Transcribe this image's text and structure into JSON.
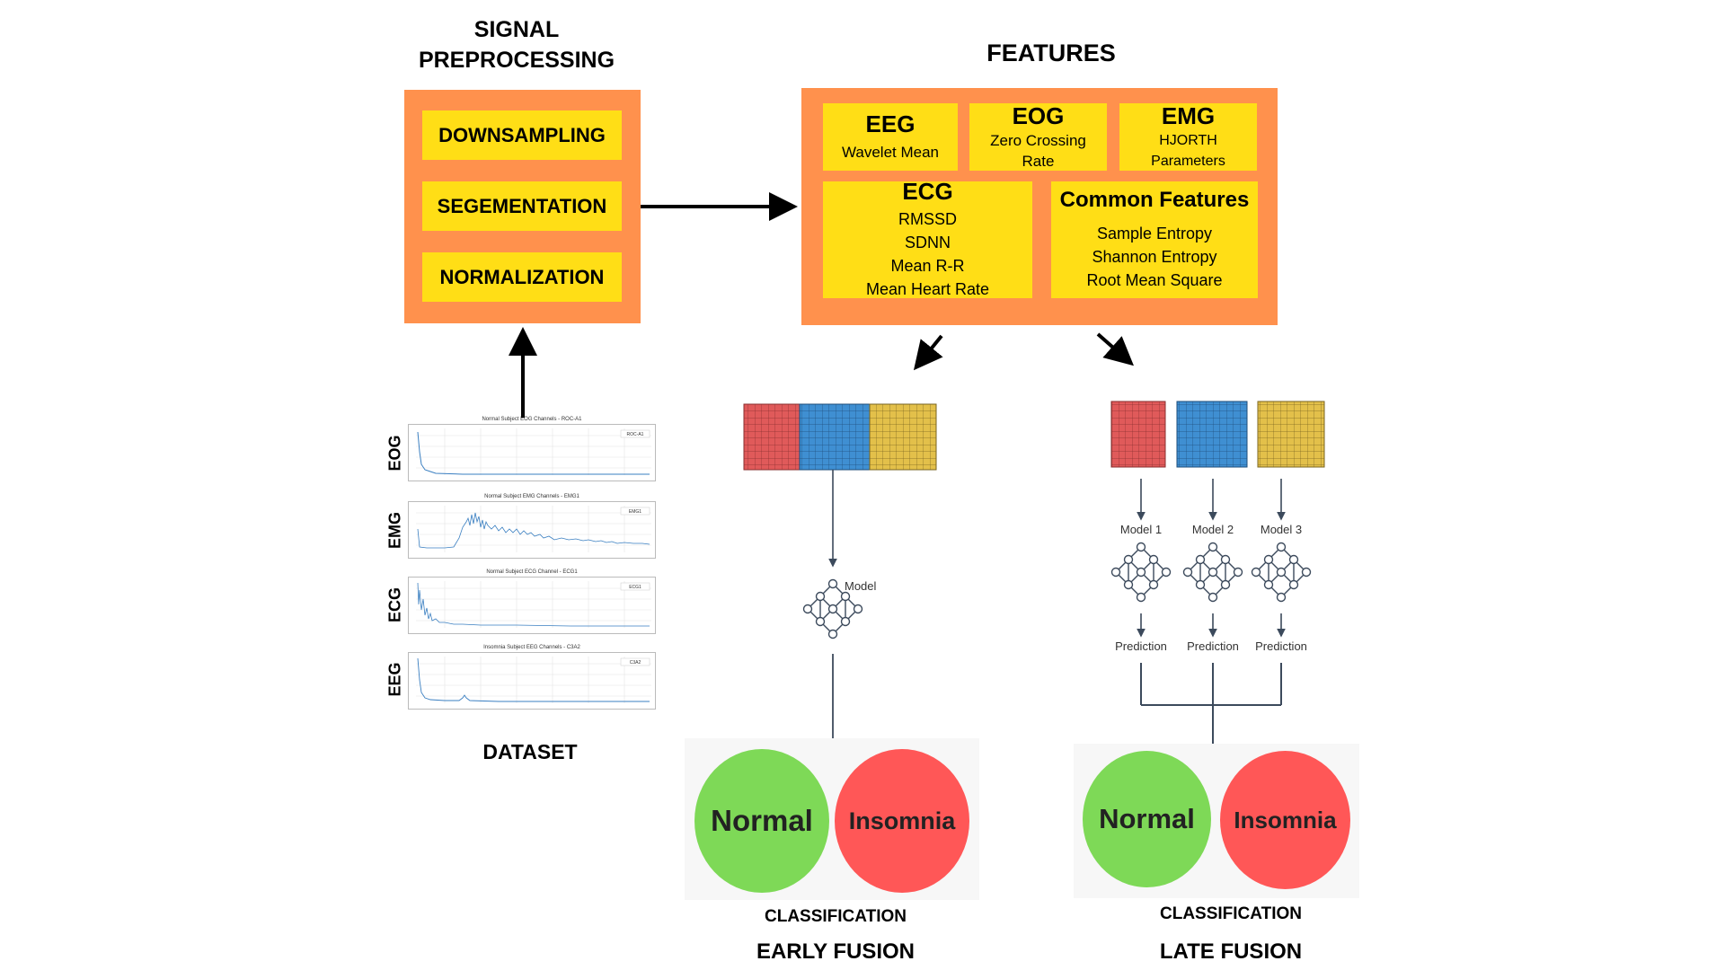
{
  "signal_preprocessing": {
    "heading_line1": "SIGNAL",
    "heading_line2": "PREPROCESSING",
    "steps": [
      "DOWNSAMPLING",
      "SEGEMENTATION",
      "NORMALIZATION"
    ]
  },
  "features": {
    "heading": "FEATURES",
    "eeg": {
      "title": "EEG",
      "items": [
        "Wavelet Mean"
      ]
    },
    "eog": {
      "title": "EOG",
      "items": [
        "Zero Crossing",
        "Rate"
      ]
    },
    "emg": {
      "title": "EMG",
      "items": [
        "HJORTH",
        "Parameters"
      ]
    },
    "ecg": {
      "title": "ECG",
      "items": [
        "RMSSD",
        "SDNN",
        "Mean R-R",
        "Mean Heart Rate"
      ]
    },
    "common": {
      "title": "Common Features",
      "items": [
        "Sample Entropy",
        "Shannon Entropy",
        "Root Mean Square"
      ]
    }
  },
  "dataset": {
    "label": "DATASET",
    "signals": [
      {
        "name": "EOG",
        "plot_title": "Normal Subject EOG Channels - ROC-A1",
        "legend": "ROC-A1"
      },
      {
        "name": "EMG",
        "plot_title": "Normal Subject EMG Channels - EMG1",
        "legend": "EMG1"
      },
      {
        "name": "ECG",
        "plot_title": "Normal Subject ECG Channel - ECG1",
        "legend": "ECG1"
      },
      {
        "name": "EEG",
        "plot_title": "Insomnia Subject EEG Channels - C3A2",
        "legend": "C3A2"
      }
    ]
  },
  "early_fusion": {
    "model_label": "Model",
    "normal": "Normal",
    "insomnia": "Insomnia",
    "classification": "CLASSIFICATION",
    "heading": "EARLY FUSION"
  },
  "late_fusion": {
    "models": [
      "Model 1",
      "Model 2",
      "Model 3"
    ],
    "predictions": [
      "Prediction",
      "Prediction",
      "Prediction"
    ],
    "normal": "Normal",
    "insomnia": "Insomnia",
    "classification": "CLASSIFICATION",
    "heading": "LATE FUSION"
  },
  "colors": {
    "orange": "#FF914D",
    "yellow": "#FFDE16",
    "grid_red": "#E05A5A",
    "grid_blue": "#3F8FD2",
    "grid_gold": "#E3C04A",
    "normal_green": "#7ED957",
    "insomnia_red": "#FF5757"
  }
}
